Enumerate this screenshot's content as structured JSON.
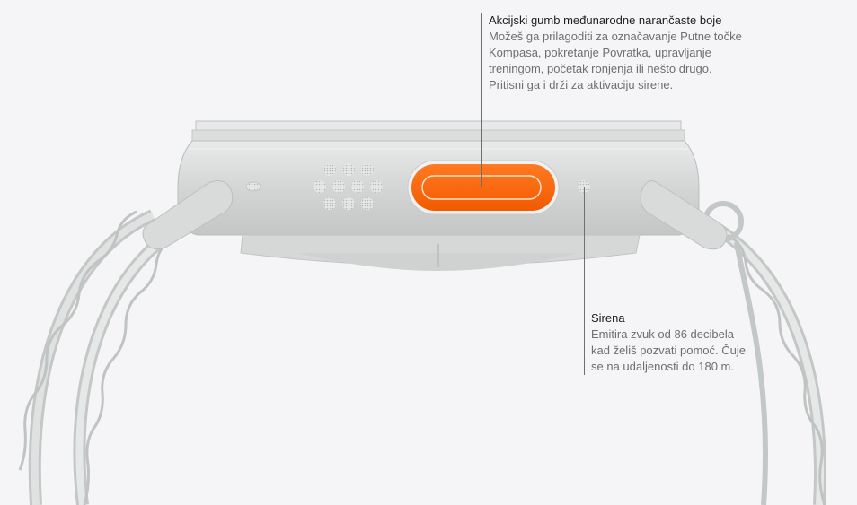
{
  "callouts": {
    "action_button": {
      "title": "Akcijski gumb međunarodne narančaste boje",
      "description": "Možeš ga prilagoditi za označavanje Putne točke Kompasa, pokretanje Povratka, upravljanje treningom, početak ronjenja ili nešto drugo. Pritisni ga i drži za aktivaciju sirene."
    },
    "siren": {
      "title": "Sirena",
      "description": "Emitira zvuk od 86 decibela kad želiš pozvati pomoć. Čuje se na udaljenosti do 180 m."
    }
  },
  "colors": {
    "background": "#f5f5f7",
    "case": "#d2d4d3",
    "band": "#c9cdcc",
    "action_button": "#ff6a13"
  }
}
